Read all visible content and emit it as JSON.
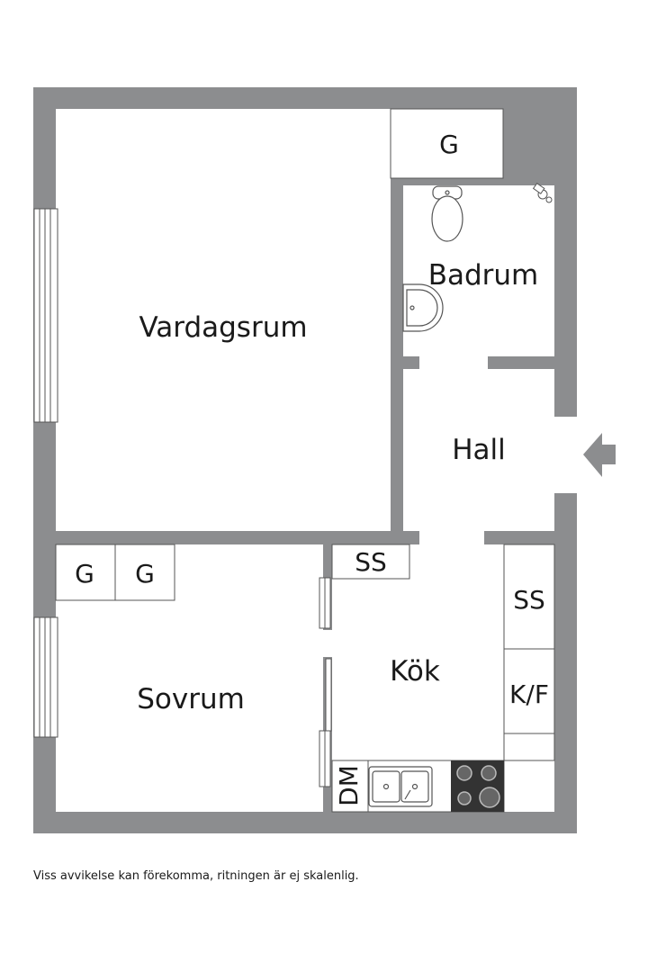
{
  "rooms": {
    "vardagsrum": "Vardagsrum",
    "badrum": "Badrum",
    "hall": "Hall",
    "sovrum": "Sovrum",
    "kok": "Kök"
  },
  "fixtures": {
    "wardrobe_living": "G",
    "wardrobe_bedroom_1": "G",
    "wardrobe_bedroom_2": "G",
    "cabinet_hall": "SS",
    "cabinet_kitchen": "SS",
    "fridge_freezer": "K/F",
    "dishwasher": "DM"
  },
  "disclaimer": "Viss avvikelse kan förekomma, ritningen är ej skalenlig.",
  "colors": {
    "wall": "#8c8d8f",
    "stove": "#333333",
    "background": "#ffffff"
  },
  "icons": [
    "entrance-arrow-icon",
    "toilet-icon",
    "sink-icon",
    "shower-icon",
    "kitchen-sink-icon",
    "stove-icon"
  ]
}
